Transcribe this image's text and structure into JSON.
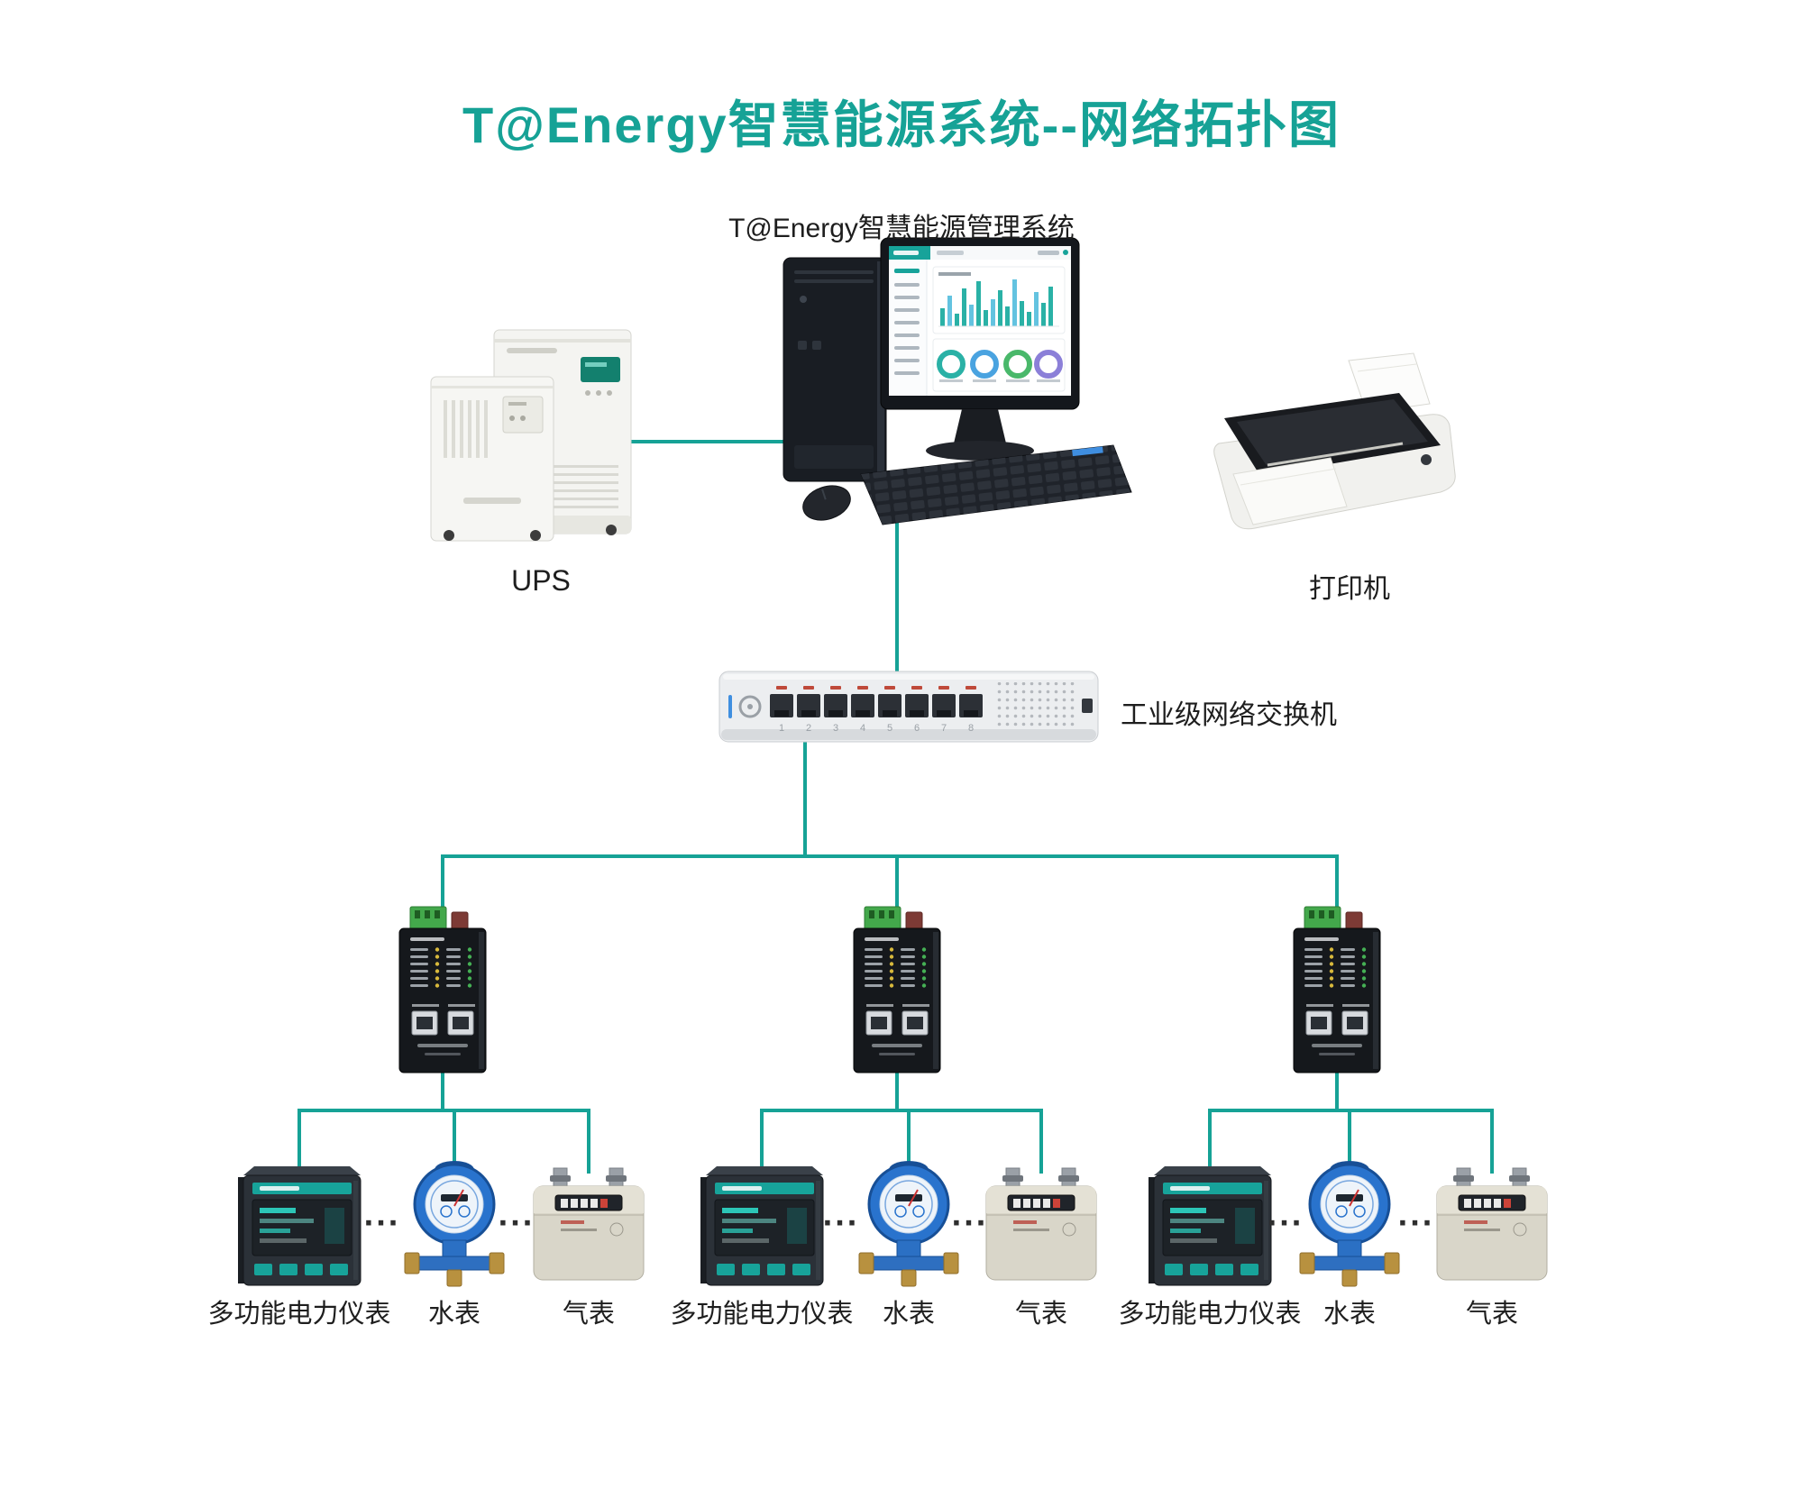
{
  "title": "T@Energy智慧能源系统--网络拓扑图",
  "theme": {
    "accent_color": "#16a296",
    "line_color": "#16a296",
    "background": "#ffffff"
  },
  "nodes": {
    "management_system": {
      "label": "T@Energy智慧能源管理系统"
    },
    "ups": {
      "label": "UPS"
    },
    "printer": {
      "label": "打印机"
    },
    "network_switch": {
      "label": "工业级网络交换机",
      "port_numbers": [
        "1",
        "2",
        "3",
        "4",
        "5",
        "6",
        "7",
        "8"
      ]
    },
    "device_groups": [
      {
        "id": "group-1",
        "meters": {
          "power": "多功能电力仪表",
          "water": "水表",
          "gas": "气表"
        }
      },
      {
        "id": "group-2",
        "meters": {
          "power": "多功能电力仪表",
          "water": "水表",
          "gas": "气表"
        }
      },
      {
        "id": "group-3",
        "meters": {
          "power": "多功能电力仪表",
          "water": "水表",
          "gas": "气表"
        }
      }
    ]
  },
  "ellipsis": "..."
}
